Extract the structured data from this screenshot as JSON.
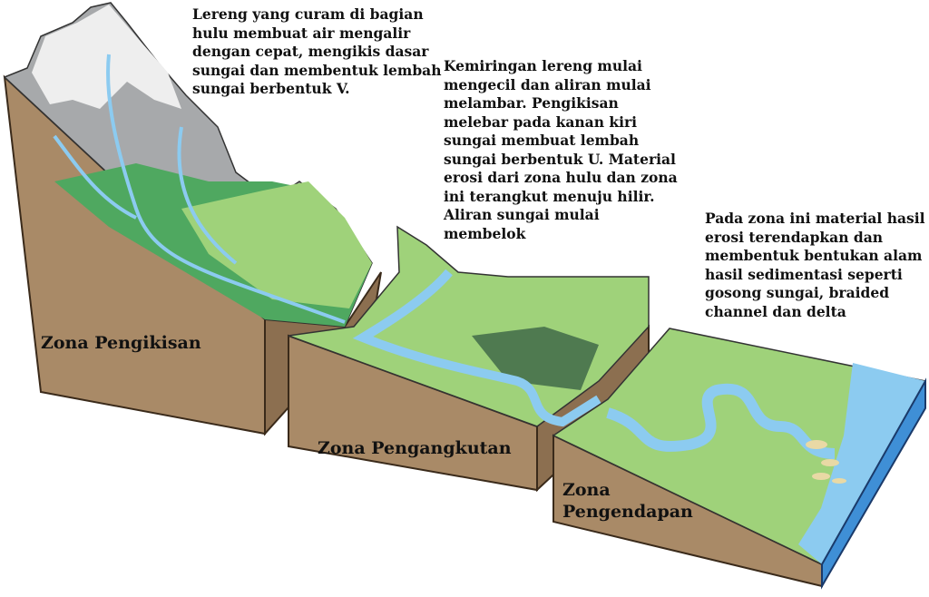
{
  "descriptions": {
    "upper": "Lereng yang curam di bagian\nhulu membuat air mengalir\ndengan cepat, mengikis dasar\nsungai dan membentuk lembah\nsungai berbentuk V.",
    "middle": "Kemiringan lereng mulai\nmengecil dan aliran mulai\nmelambar. Pengikisan\nmelebar pada kanan kiri\nsungai membuat lembah\nsungai berbentuk U. Material\nerosi dari zona hulu dan zona\nini terangkut menuju hilir.\nAliran sungai mulai\nmembelok",
    "lower": "Pada zona ini material hasil\nerosi terendapkan dan\nmembentuk bentukan alam\nhasil sedimentasi seperti\ngosong sungai, braided\nchannel dan delta"
  },
  "zones": {
    "erosion": "Zona Pengikisan",
    "transport": "Zona Pengangkutan",
    "deposition": "Zona\nPengendapan"
  },
  "colors": {
    "soil": "#a98a67",
    "grass": "#9fd27a",
    "forest": "#3f9a5a",
    "rock": "#a7a9ab",
    "snow": "#eeeeee",
    "water": "#8ccbf0",
    "sea": "#6fb8e8"
  }
}
